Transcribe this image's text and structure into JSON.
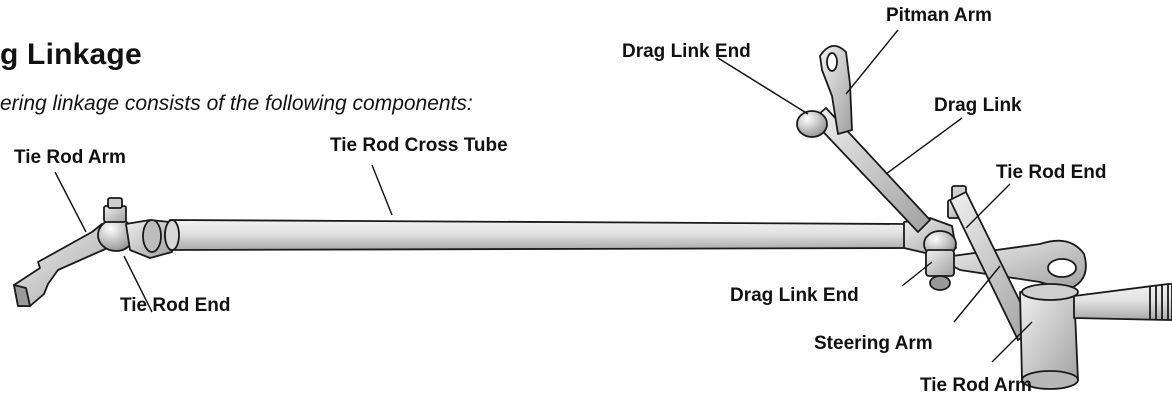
{
  "page_number": "",
  "heading": "g Linkage",
  "intro": "ering linkage consists of the following components:",
  "labels": {
    "pitman_arm": "Pitman Arm",
    "drag_link_end_top": "Drag Link End",
    "drag_link": "Drag Link",
    "tie_rod_cross_tube": "Tie Rod Cross Tube",
    "tie_rod_arm_left": "Tie Rod Arm",
    "tie_rod_end_right": "Tie Rod End",
    "tie_rod_end_left": "Tie Rod End",
    "drag_link_end_bottom": "Drag Link End",
    "steering_arm": "Steering Arm",
    "tie_rod_arm_right": "Tie Rod Arm"
  }
}
